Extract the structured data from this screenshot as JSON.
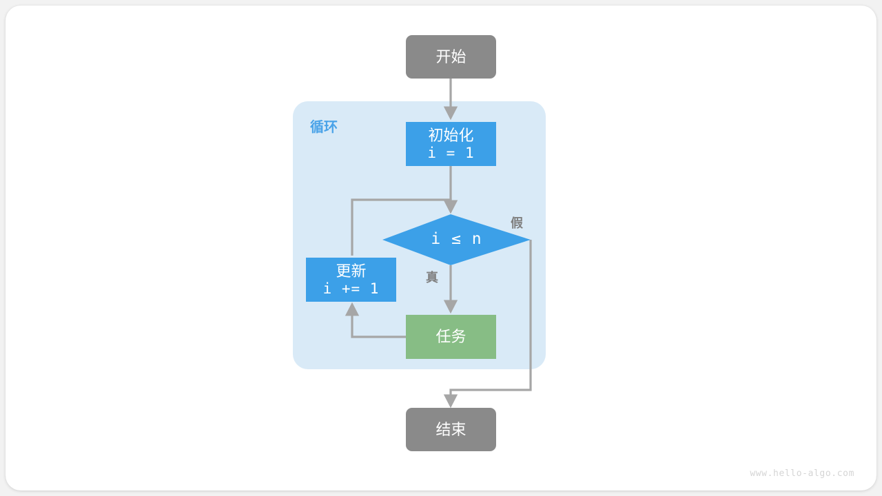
{
  "page": {
    "background_color": "#f2f2f2",
    "card_color": "#ffffff",
    "watermark": "www.hello-algo.com"
  },
  "palette": {
    "gray": "#8a8a8a",
    "blue": "#3ca0e8",
    "green": "#87bd85",
    "loop_bg": "#d9eaf7",
    "loop_title": "#4aa3e8",
    "edge": "#a6a6a6",
    "label_text": "#808080",
    "node_text": "#ffffff"
  },
  "loop_group": {
    "title": "循环"
  },
  "nodes": {
    "start": {
      "label": "开始",
      "shape": "rounded-rect",
      "color": "#8a8a8a"
    },
    "init": {
      "label_cn": "初始化",
      "label_code": "i = 1",
      "shape": "rect",
      "color": "#3ca0e8"
    },
    "condition": {
      "label": "i ≤ n",
      "shape": "diamond",
      "color": "#3ca0e8"
    },
    "update": {
      "label_cn": "更新",
      "label_code": "i += 1",
      "shape": "rect",
      "color": "#3ca0e8"
    },
    "task": {
      "label": "任务",
      "shape": "rect",
      "color": "#87bd85"
    },
    "end": {
      "label": "结束",
      "shape": "rounded-rect",
      "color": "#8a8a8a"
    }
  },
  "edge_labels": {
    "true_branch": "真",
    "false_branch": "假"
  }
}
